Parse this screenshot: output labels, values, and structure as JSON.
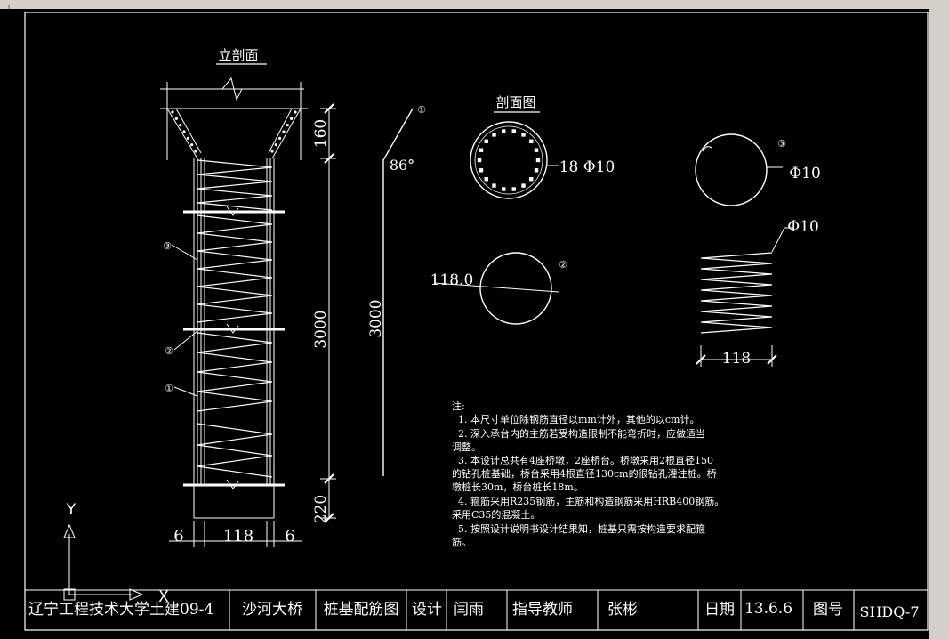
{
  "labels": {
    "elevation_title": "立剖面",
    "section_title": "剖面图",
    "dim_top": "160",
    "dim_mid": "3000",
    "dim_bottom": "220",
    "dim_left": "6",
    "dim_center": "118",
    "dim_right": "6",
    "bar1_angle": "86°",
    "bar1_length": "3000",
    "section_bars": "18 Φ10",
    "stirrup_dia": "118.0",
    "ring_bar": "Φ10",
    "spiral_bar": "Φ10",
    "spiral_width": "118",
    "ucs_y": "Y",
    "ucs_x": "X"
  },
  "callouts": [
    "①",
    "②",
    "③"
  ],
  "notes": {
    "title": "注:",
    "lines": [
      "1. 本尺寸单位除钢筋直径以mm计外，其他的以cm计。",
      "2. 深入承台内的主筋若受构造限制不能弯折时，应做适当",
      "调整。",
      "3. 本设计总共有4座桥墩，2座桥台。桥墩采用2根直径150",
      "的钻孔桩基础，桥台采用4根直径130cm的很钻孔灌注桩。桥",
      "墩桩长30m，桥台桩长18m。",
      "4. 箍筋采用R235钢筋，主筋和构造钢筋采用HRB400钢筋。",
      "采用C35的混凝土。",
      "5. 按照设计说明书设计结果知，桩基只需按构造要求配箍",
      "筋。"
    ]
  },
  "title_block": {
    "school": "辽宁工程技术大学土建09-4",
    "project": "沙河大桥",
    "drawing": "桩基配筋图",
    "design_label": "设计",
    "designer": "闫雨",
    "advisor_label": "指导教师",
    "advisor": "张彬",
    "date_label": "日期",
    "date": "13.6.6",
    "number_label": "图号",
    "number": "SHDQ-7"
  }
}
